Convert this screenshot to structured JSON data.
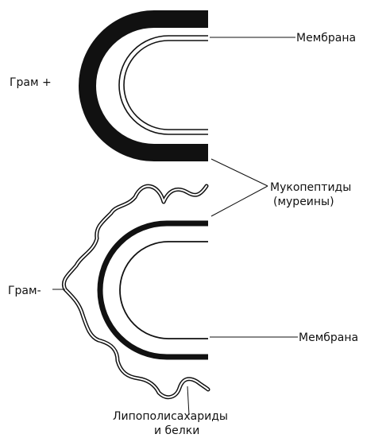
{
  "labels": {
    "gram_pos": "Грам +",
    "gram_neg": "Грам-",
    "membrane_top": "Мембрана",
    "mucopeptides_line1": "Мукопептиды",
    "mucopeptides_line2": "(муреины)",
    "membrane_bottom": "Мембрана",
    "lipo_line1": "Липополисахариды",
    "lipo_line2": "и белки"
  },
  "colors": {
    "ink": "#111111",
    "background": "#ffffff"
  }
}
